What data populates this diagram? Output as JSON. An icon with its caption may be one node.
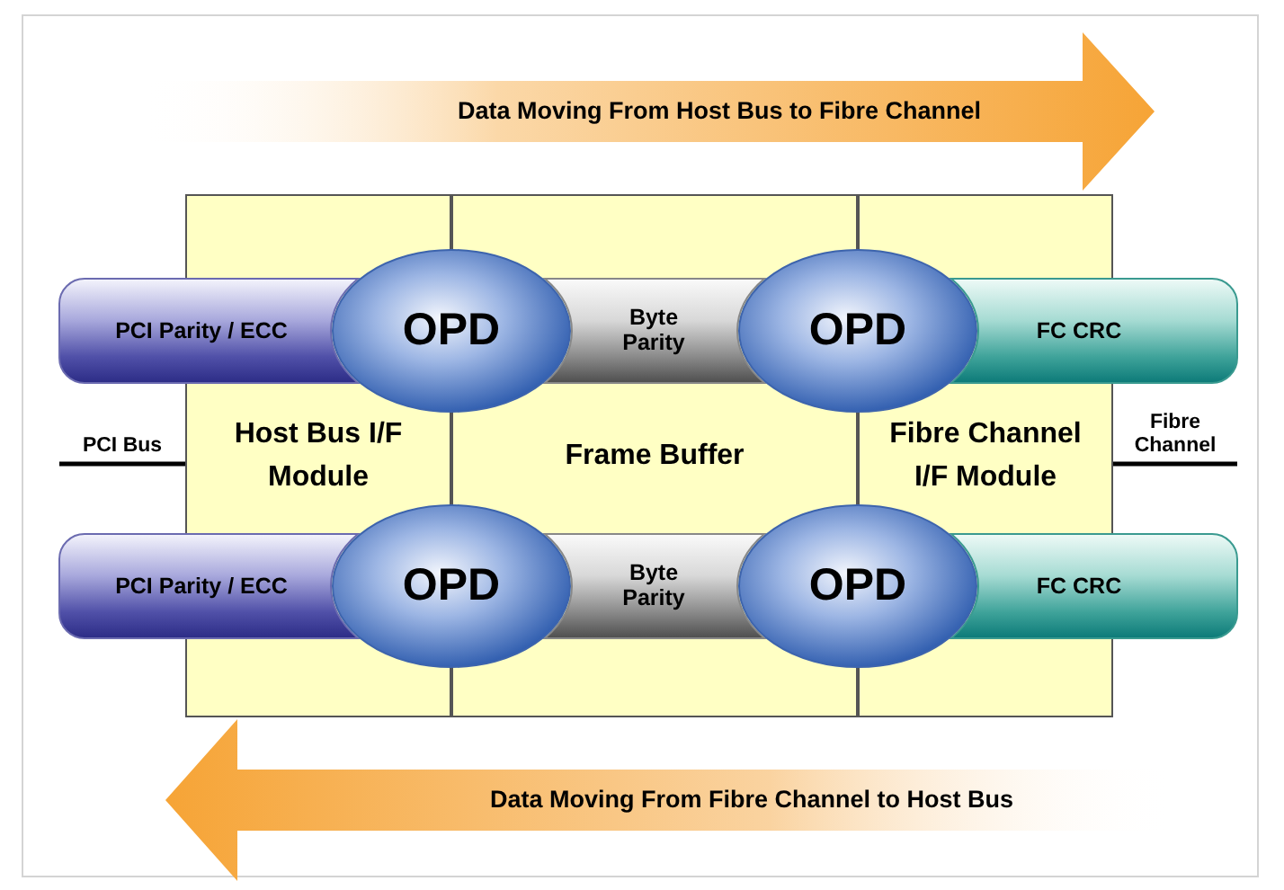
{
  "diagram": {
    "nodes": [
      {
        "text": [
          "Data Moving From Host Bus to Fibre Channel"
        ]
      },
      {
        "text": [
          "PCI Parity / ECC"
        ]
      },
      {
        "text": [
          "OPD"
        ]
      },
      {
        "text": [
          "Byte Parity"
        ],
        "in": 7
      },
      {
        "text": [
          "OPD"
        ]
      },
      {
        "text": [
          "FC CRC"
        ]
      },
      {
        "text": [
          "Host Bus I/F Module"
        ]
      },
      {
        "text": [
          "Frame Buffer"
        ]
      },
      {
        "text": [
          "Fibre Channel I/F Module"
        ]
      },
      {
        "text": [
          "PCI Parity / ECC"
        ]
      },
      {
        "text": [
          "OPD"
        ]
      },
      {
        "text": [
          "Byte Parity"
        ],
        "in": 7
      },
      {
        "text": [
          "OPD"
        ]
      },
      {
        "text": [
          "FC CRC"
        ]
      },
      {
        "text": [
          "Data Moving From Fibre Channel to Host Bus"
        ]
      },
      {
        "text": [
          "PCI Bus"
        ]
      },
      {
        "text": [
          "Fibre Channel"
        ]
      }
    ],
    "edges": [
      {
        "from": 15,
        "to": 6,
        "arrow": "none"
      },
      {
        "from": 16,
        "to": 8,
        "arrow": "none"
      }
    ]
  }
}
